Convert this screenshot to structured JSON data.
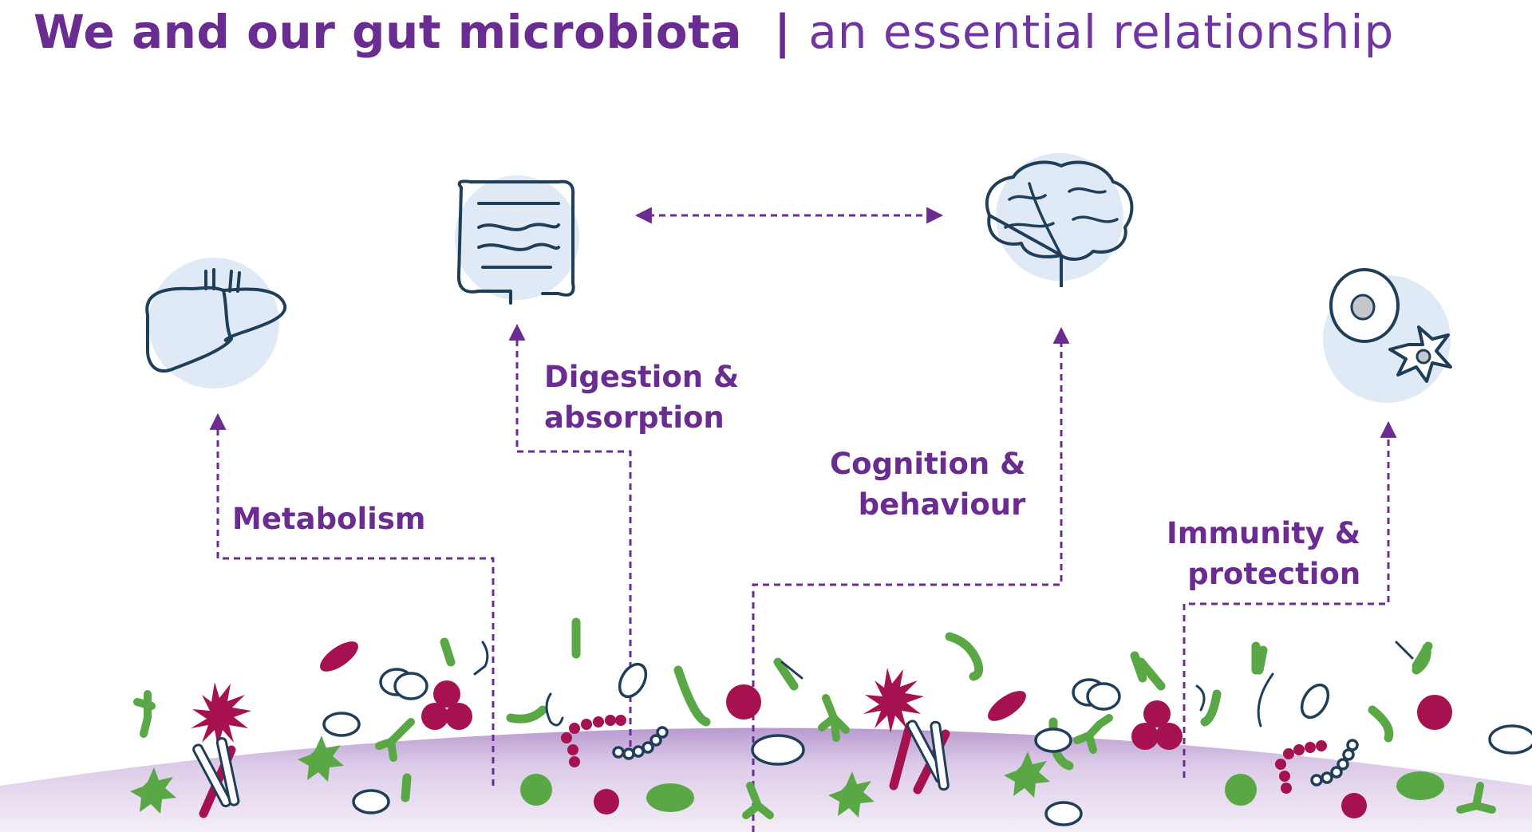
{
  "title": {
    "bold": "We and our gut microbiota",
    "separator": "|",
    "light": "an essential relationship"
  },
  "organs": [
    {
      "name": "liver-icon"
    },
    {
      "name": "intestine-icon"
    },
    {
      "name": "brain-icon"
    },
    {
      "name": "immune-cells-icon"
    }
  ],
  "labels": {
    "metabolism": "Metabolism",
    "digestion": {
      "line1": "Digestion &",
      "line2": "absorption"
    },
    "cognition": {
      "line1": "Cognition &",
      "line2": "behaviour"
    },
    "immunity": {
      "line1": "Immunity &",
      "line2": "protection"
    }
  },
  "colors": {
    "purple": "#6a2c91",
    "green": "#5aa845",
    "magenta": "#a5124f",
    "outline": "#1f3e5a",
    "organ_bg": "#dfeaf6",
    "gut_lining": "#cdb5dc"
  }
}
